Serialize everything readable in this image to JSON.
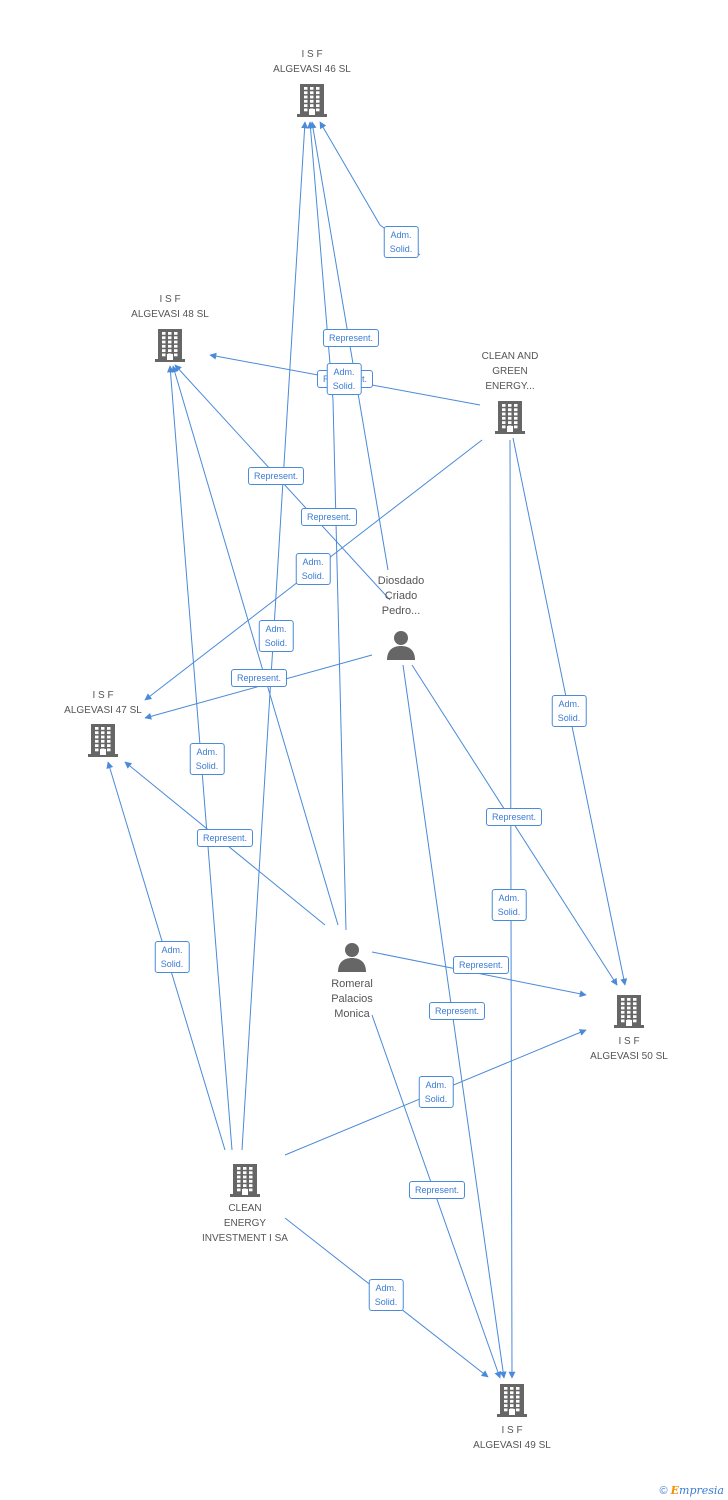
{
  "nodes": [
    {
      "id": "isf46",
      "type": "company",
      "lines": [
        "I S F",
        "ALGEVASI 46 SL"
      ]
    },
    {
      "id": "isf48",
      "type": "company",
      "lines": [
        "I S F",
        "ALGEVASI 48 SL"
      ]
    },
    {
      "id": "cleangreen",
      "type": "company",
      "lines": [
        "CLEAN AND",
        "GREEN",
        "ENERGY..."
      ]
    },
    {
      "id": "diosdado",
      "type": "person",
      "lines": [
        "Diosdado",
        "Criado",
        "Pedro..."
      ]
    },
    {
      "id": "isf47",
      "type": "company",
      "lines": [
        "I S F",
        "ALGEVASI 47 SL"
      ]
    },
    {
      "id": "romeral",
      "type": "person",
      "lines": [
        "Romeral",
        "Palacios",
        "Monica"
      ]
    },
    {
      "id": "isf50",
      "type": "company",
      "lines": [
        "I S F",
        "ALGEVASI 50 SL"
      ]
    },
    {
      "id": "cleaninv",
      "type": "company",
      "lines": [
        "CLEAN",
        "ENERGY",
        "INVESTMENT I SA"
      ]
    },
    {
      "id": "isf49",
      "type": "company",
      "lines": [
        "I S F",
        "ALGEVASI 49 SL"
      ]
    }
  ],
  "edges": [
    {
      "from": "cleangreen",
      "to": "isf46",
      "label": [
        "Adm.",
        "Solid."
      ]
    },
    {
      "from": "diosdado",
      "to": "isf46",
      "label": [
        "Represent."
      ]
    },
    {
      "from": "romeral",
      "to": "isf46",
      "label": [
        "Represent."
      ]
    },
    {
      "from": "cleaninv",
      "to": "isf46",
      "label": [
        "Adm.",
        "Solid."
      ]
    },
    {
      "from": "cleangreen",
      "to": "isf48",
      "label": [
        "Adm.",
        "Solid."
      ]
    },
    {
      "from": "diosdado",
      "to": "isf48",
      "label": [
        "Represent."
      ]
    },
    {
      "from": "romeral",
      "to": "isf48",
      "label": [
        "Represent."
      ]
    },
    {
      "from": "cleaninv",
      "to": "isf48",
      "label": [
        "Adm.",
        "Solid."
      ]
    },
    {
      "from": "cleangreen",
      "to": "isf47",
      "label": [
        "Adm.",
        "Solid."
      ]
    },
    {
      "from": "diosdado",
      "to": "isf47",
      "label": [
        "Represent."
      ]
    },
    {
      "from": "romeral",
      "to": "isf47",
      "label": [
        "Represent."
      ]
    },
    {
      "from": "cleaninv",
      "to": "isf47",
      "label": [
        "Adm.",
        "Solid."
      ]
    },
    {
      "from": "cleangreen",
      "to": "isf50",
      "label": [
        "Adm.",
        "Solid."
      ]
    },
    {
      "from": "diosdado",
      "to": "isf50",
      "label": [
        "Represent."
      ]
    },
    {
      "from": "romeral",
      "to": "isf50",
      "label": [
        "Represent."
      ]
    },
    {
      "from": "cleaninv",
      "to": "isf50",
      "label": [
        "Adm.",
        "Solid."
      ]
    },
    {
      "from": "cleangreen",
      "to": "isf49",
      "label": [
        "Adm.",
        "Solid."
      ]
    },
    {
      "from": "diosdado",
      "to": "isf49",
      "label": [
        "Represent."
      ]
    },
    {
      "from": "romeral",
      "to": "isf49",
      "label": [
        "Represent."
      ]
    },
    {
      "from": "cleaninv",
      "to": "isf49",
      "label": [
        "Adm.",
        "Solid."
      ]
    }
  ],
  "footer": {
    "copyright_symbol": "©",
    "brand_first": "E",
    "brand_rest": "mpresia"
  },
  "colors": {
    "edge": "#4a8ad8",
    "icon": "#666666",
    "label_text": "#3a7bd5"
  }
}
